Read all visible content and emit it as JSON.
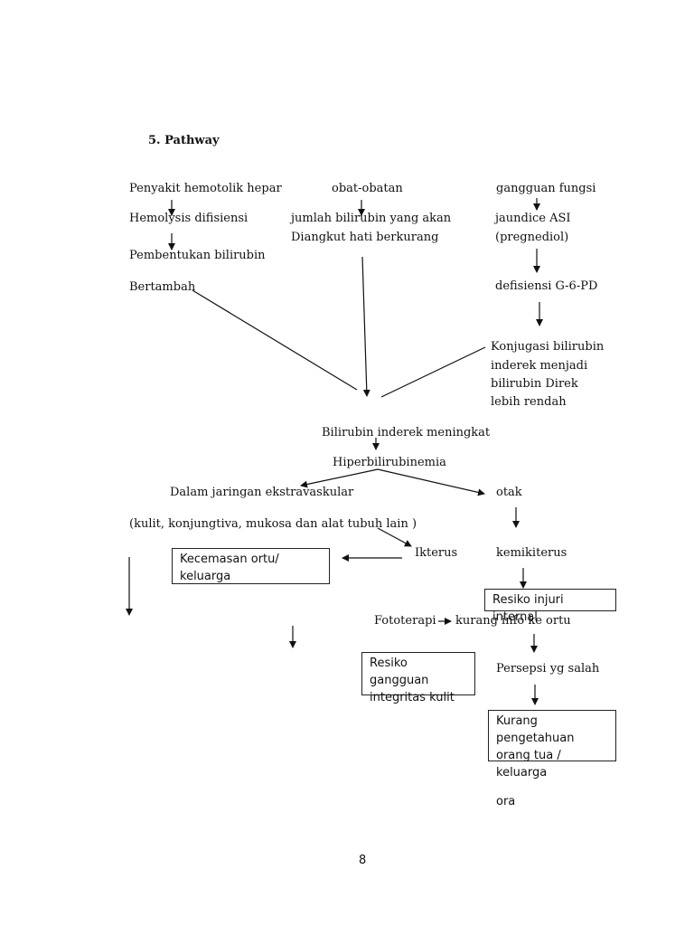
{
  "heading": "5. Pathway",
  "col_left": {
    "cause": "Penyakit hemotolik hepar",
    "hemolysis": "Hemolysis difisiensi",
    "formation_1": "Pembentukan bilirubin",
    "formation_2": "Bertambah"
  },
  "col_mid": {
    "cause": "obat-obatan",
    "transport_1": "jumlah bilirubin yang akan",
    "transport_2": "Diangkut hati berkurang"
  },
  "col_right": {
    "cause": "gangguan fungsi",
    "jaundice_1": "jaundice ASI",
    "jaundice_2": "(pregnediol)",
    "g6pd": "defisiensi G-6-PD",
    "conj_1": "Konjugasi bilirubin",
    "conj_2": "inderek menjadi",
    "conj_3": "bilirubin  Direk",
    "conj_4": "lebih rendah"
  },
  "center": {
    "increase": "Bilirubin inderek meningkat",
    "hyper": "Hiperbilirubinemia",
    "extravascular": "Dalam jaringan ekstravaskular",
    "tissues": "(kulit, konjungtiva, mukosa dan alat tubuh lain )",
    "icterus": "Ikterus",
    "brain": "otak",
    "kernicterus": "kemikiterus",
    "phototherapy": "Fototerapi",
    "info": "kurang info ke ortu",
    "perception": "Persepsi yg salah",
    "trailing": "ora"
  },
  "boxes": {
    "anxiety": [
      "Kecemasan ortu/",
      "keluarga"
    ],
    "injury": [
      "Resiko injuri",
      "internal"
    ],
    "skin": [
      "Resiko",
      "gangguan",
      "integritas kulit"
    ],
    "knowledge": [
      "Kurang",
      "pengetahuan",
      "orang tua /",
      "keluarga"
    ]
  },
  "page_number": "8"
}
